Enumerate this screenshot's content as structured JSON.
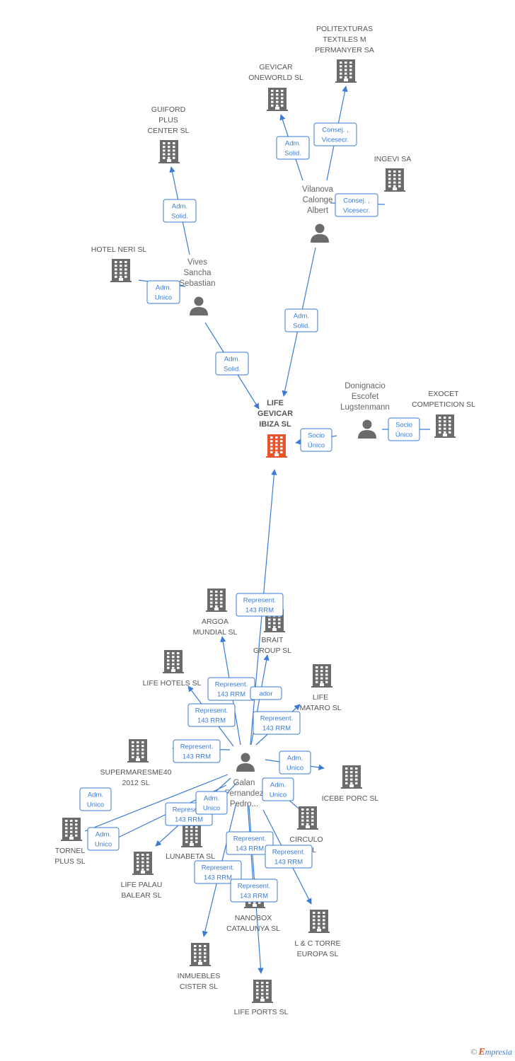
{
  "main_company": {
    "lines": [
      "LIFE",
      "GEVICAR",
      "IBIZA SL"
    ],
    "color": "#e8552c"
  },
  "companies": [
    {
      "id": "politexturas",
      "lines": [
        "POLITEXTURAS",
        "TEXTILES M",
        "PERMANYER SA"
      ]
    },
    {
      "id": "gevicar-oneworld",
      "lines": [
        "GEVICAR",
        "ONEWORLD SL"
      ]
    },
    {
      "id": "guiford",
      "lines": [
        "GUIFORD",
        "PLUS",
        "CENTER SL"
      ]
    },
    {
      "id": "ingevi",
      "lines": [
        "INGEVI SA"
      ]
    },
    {
      "id": "hotel-neri",
      "lines": [
        "HOTEL NERI  SL"
      ]
    },
    {
      "id": "exocet",
      "lines": [
        "EXOCET",
        "COMPETICION SL"
      ]
    },
    {
      "id": "argoa",
      "lines": [
        "ARGOA",
        "MUNDIAL SL"
      ]
    },
    {
      "id": "brait",
      "lines": [
        "BRAIT",
        "GROUP SL"
      ]
    },
    {
      "id": "life-hotels",
      "lines": [
        "LIFE HOTELS SL"
      ]
    },
    {
      "id": "life-mataro",
      "lines": [
        "LIFE",
        "MATARO  SL"
      ]
    },
    {
      "id": "supermaresme",
      "lines": [
        "SUPERMARESME40",
        "2012  SL"
      ]
    },
    {
      "id": "icebe",
      "lines": [
        "ICEBE PORC SL"
      ]
    },
    {
      "id": "circulo",
      "lines": [
        "CIRCULO",
        "AL SL"
      ]
    },
    {
      "id": "tornel",
      "lines": [
        "TORNEL",
        "PLUS SL"
      ]
    },
    {
      "id": "lunabeta",
      "lines": [
        "LUNABETA SL"
      ]
    },
    {
      "id": "life-palau",
      "lines": [
        "LIFE PALAU",
        "BALEAR  SL"
      ]
    },
    {
      "id": "nanobox",
      "lines": [
        "NANOBOX",
        "CATALUNYA SL"
      ]
    },
    {
      "id": "lc-torre",
      "lines": [
        "L & C TORRE",
        "EUROPA SL"
      ]
    },
    {
      "id": "inmuebles",
      "lines": [
        "INMUEBLES",
        "CISTER  SL"
      ]
    },
    {
      "id": "life-ports",
      "lines": [
        "LIFE PORTS SL"
      ]
    }
  ],
  "persons": [
    {
      "id": "vilanova",
      "lines": [
        "Vilanova",
        "Calonge",
        "Albert"
      ]
    },
    {
      "id": "vives",
      "lines": [
        "Vives",
        "Sancha",
        "Sebastian"
      ]
    },
    {
      "id": "donignacio",
      "lines": [
        "Donignacio",
        "Escofet",
        "Lugstenmann"
      ]
    },
    {
      "id": "galan",
      "lines": [
        "Galan",
        "Fernandez",
        "Pedro..."
      ]
    }
  ],
  "edge_labels": [
    {
      "id": "vilanova-politexturas",
      "lines": [
        "Consej. ,",
        "Vicesecr."
      ]
    },
    {
      "id": "vilanova-gevicar",
      "lines": [
        "Adm.",
        "Solid."
      ]
    },
    {
      "id": "vilanova-ingevi",
      "lines": [
        "Consej. ,",
        "Vicesecr."
      ]
    },
    {
      "id": "vilanova-main",
      "lines": [
        "Adm.",
        "Solid."
      ]
    },
    {
      "id": "vives-guiford",
      "lines": [
        "Adm.",
        "Solid."
      ]
    },
    {
      "id": "vives-hotelneri",
      "lines": [
        "Adm.",
        "Unico"
      ]
    },
    {
      "id": "vives-main",
      "lines": [
        "Adm.",
        "Solid."
      ]
    },
    {
      "id": "donignacio-main",
      "lines": [
        "Socio",
        "Único"
      ]
    },
    {
      "id": "donignacio-exocet",
      "lines": [
        "Socio",
        "Único"
      ]
    },
    {
      "id": "galan-main",
      "lines": [
        "Represent.",
        "143 RRM"
      ]
    },
    {
      "id": "galan-argoa",
      "lines": [
        "Represent.",
        "143 RRM"
      ]
    },
    {
      "id": "galan-brait",
      "lines": [
        "ador"
      ]
    },
    {
      "id": "galan-lifehotels",
      "lines": [
        "Represent.",
        "143 RRM"
      ]
    },
    {
      "id": "galan-mataro",
      "lines": [
        "Represent.",
        "143 RRM"
      ]
    },
    {
      "id": "galan-supermaresme",
      "lines": [
        "Represent.",
        "143 RRM"
      ]
    },
    {
      "id": "galan-icebe",
      "lines": [
        "Adm.",
        "Unico"
      ]
    },
    {
      "id": "galan-circulo",
      "lines": [
        "Adm.",
        "Unico"
      ]
    },
    {
      "id": "galan-tornel",
      "lines": [
        "Adm.",
        "Unico"
      ]
    },
    {
      "id": "galan-tornel2",
      "lines": [
        "Adm.",
        "Unico"
      ]
    },
    {
      "id": "galan-lifepalau",
      "lines": [
        "Represent.",
        "143 RRM"
      ]
    },
    {
      "id": "galan-lunabeta",
      "lines": [
        "Adm.",
        "Unico"
      ]
    },
    {
      "id": "galan-nanobox",
      "lines": [
        "Represent.",
        "143 RRM"
      ]
    },
    {
      "id": "galan-lctorre",
      "lines": [
        "Represent.",
        "143 RRM"
      ]
    },
    {
      "id": "galan-inmuebles",
      "lines": [
        "Represent.",
        "143 RRM"
      ]
    },
    {
      "id": "galan-lifeports",
      "lines": [
        "Represent.",
        "143 RRM"
      ]
    }
  ],
  "footer": {
    "copyright": "©",
    "brand_initial": "E",
    "brand_rest": "mpresia"
  },
  "colors": {
    "edge": "#3a7bd5",
    "building": "#6b6b6b",
    "main_building": "#e8552c",
    "person": "#6b6b6b"
  }
}
